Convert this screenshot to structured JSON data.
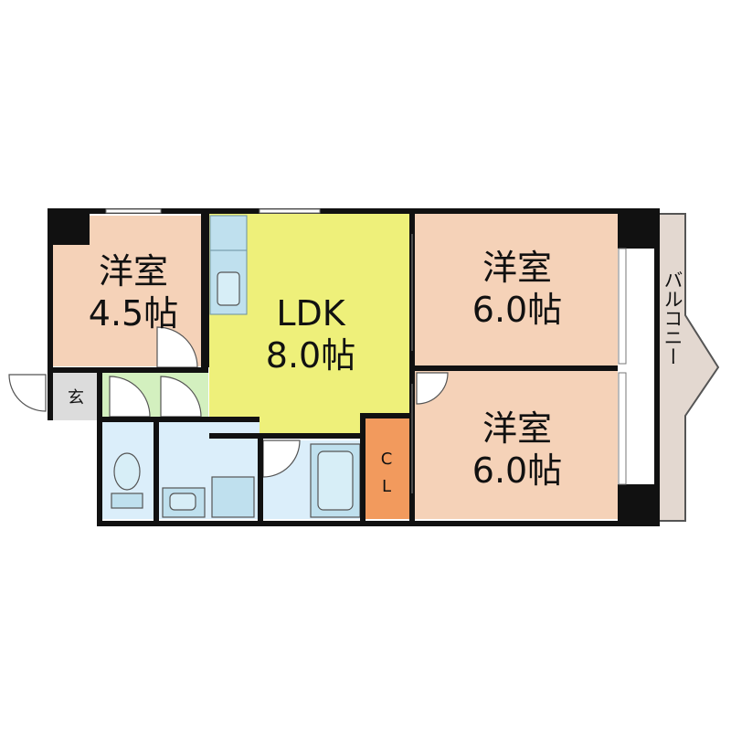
{
  "floorplan": {
    "rooms": {
      "western_small": {
        "name": "洋室",
        "size": "4.5帖"
      },
      "ldk": {
        "name": "LDK",
        "size": "8.0帖"
      },
      "western_top": {
        "name": "洋室",
        "size": "6.0帖"
      },
      "western_bottom": {
        "name": "洋室",
        "size": "6.0帖"
      },
      "closet": {
        "name_top": "C",
        "name_bottom": "L"
      },
      "entrance": {
        "name": "玄"
      },
      "balcony": {
        "name": "バルコニー"
      }
    },
    "colors": {
      "western": "#f5d2b8",
      "ldk": "#eef07a",
      "wet_area": "#dbeefa",
      "hall": "#d3f0bf",
      "closet": "#f29a5d",
      "balcony": "#e3d8d0",
      "entrance": "#dcdcdc",
      "fixture": "#bfe0ee",
      "wall": "#111111"
    }
  }
}
